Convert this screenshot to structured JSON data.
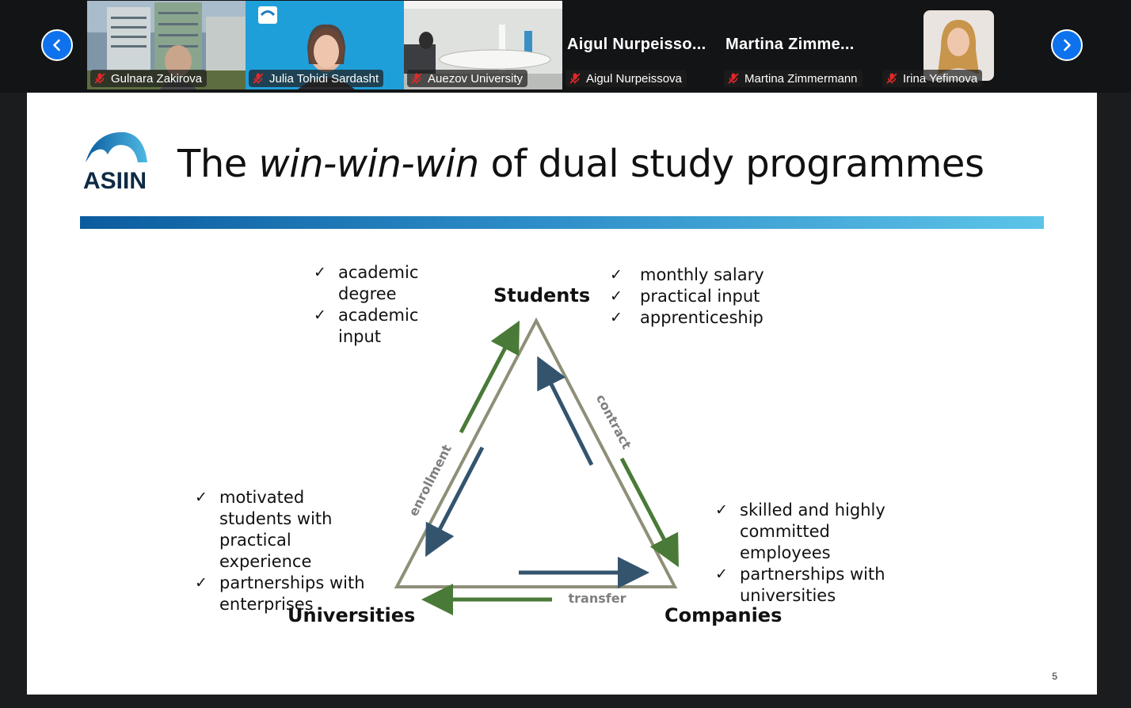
{
  "participants": {
    "tiles": [
      {
        "name": "Gulnara Zakirova",
        "display_name": ""
      },
      {
        "name": "Julia Tohidi Sardasht",
        "display_name": ""
      },
      {
        "name": "Auezov University",
        "display_name": ""
      },
      {
        "name": "Aigul Nurpeissova",
        "display_name": "Aigul  Nurpeisso..."
      },
      {
        "name": "Martina Zimmermann",
        "display_name": "Martina  Zimme..."
      },
      {
        "name": "Irina Yefimova",
        "display_name": ""
      }
    ]
  },
  "slide": {
    "logo_text": "ASIIN",
    "title_pre": "The ",
    "title_em": "win-win-win",
    "title_post": " of dual study programmes",
    "page_number": "5",
    "nodes": {
      "students": "Students",
      "universities": "Universities",
      "companies": "Companies"
    },
    "edge_labels": {
      "enrollment": "enrollment",
      "contract": "contract",
      "transfer": "transfer"
    },
    "bullets": {
      "students_academic": [
        "academic degree",
        "academic input"
      ],
      "students_company": [
        "monthly salary",
        "practical input",
        "apprenticeship"
      ],
      "universities": [
        "motivated students with practical experience",
        "partnerships with enterprises"
      ],
      "companies": [
        "skilled and highly committed employees",
        "partnerships with universities"
      ]
    },
    "colors": {
      "triangle": "#8f8f78",
      "green_arrow": "#4a7a37",
      "blue_arrow": "#34546e",
      "edge_label": "#7f7f7f"
    }
  }
}
